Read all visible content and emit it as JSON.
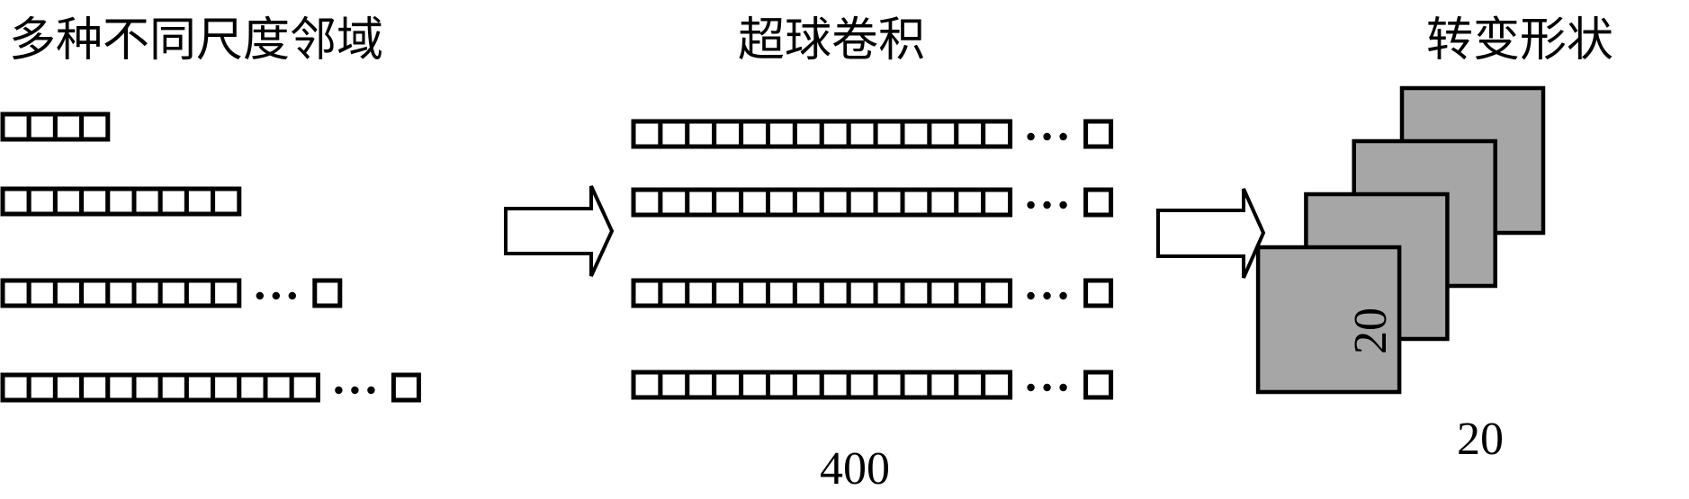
{
  "titles": {
    "left": "多种不同尺度邻域",
    "middle": "超球卷积",
    "right": "转变形状"
  },
  "labels": {
    "width_count": "400",
    "height": "20",
    "width": "20"
  },
  "left_rows": [
    {
      "cells": 4,
      "ellipsis": false
    },
    {
      "cells": 9,
      "ellipsis": false
    },
    {
      "cells": 9,
      "ellipsis": true
    },
    {
      "cells": 12,
      "ellipsis": true
    }
  ],
  "middle_rows": [
    {
      "cells": 14,
      "ellipsis": true
    },
    {
      "cells": 14,
      "ellipsis": true
    },
    {
      "cells": 14,
      "ellipsis": true
    },
    {
      "cells": 14,
      "ellipsis": true
    }
  ],
  "stack": {
    "count": 4,
    "fill_color": "#a6a6a6"
  }
}
